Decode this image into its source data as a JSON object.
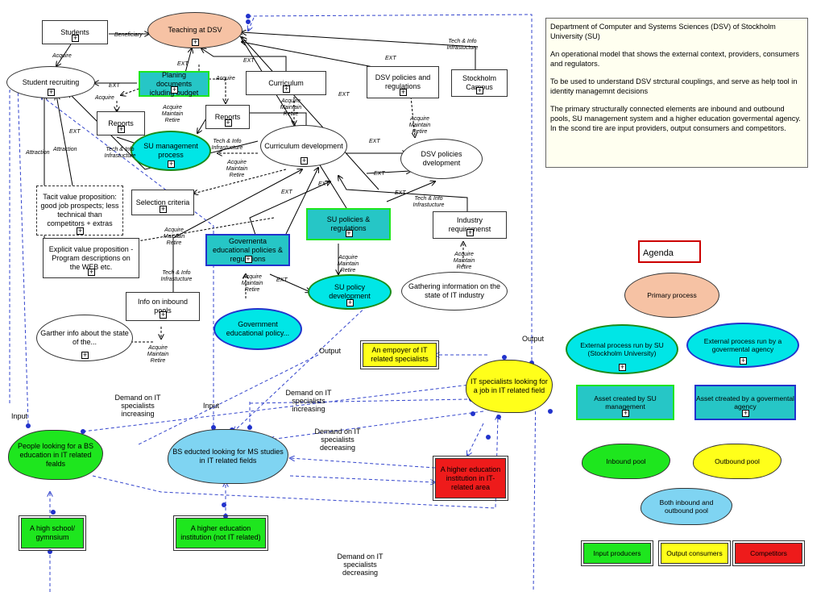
{
  "colors": {
    "salmon": "#f6c2a4",
    "cyan": "#00e6e6",
    "teal": "#26c6c6",
    "green": "#1ee61e",
    "yellow": "#ffff1a",
    "skyblue": "#7fd4f2",
    "red": "#ee1b1b",
    "note_bg": "#fffff0",
    "line": "#3344cc"
  },
  "nodes": {
    "students": "Students",
    "teaching": "Teaching at DSV",
    "recruiting": "Student recruiting",
    "planning_docs": "Planing documents icluding budget",
    "curriculum": "Curriculum",
    "dsv_policies": "DSV policies and regulations",
    "campus": "Stockholm Campus",
    "reports1": "Reports",
    "reports2": "Reports",
    "su_mgmt": "SU management process",
    "curriculum_dev": "Curriculum development",
    "dsv_policies_dev": "DSV policies dvelopment",
    "tacit": "Tacit value proposition: good job prospects; less technical than competitors + extras",
    "selection": "Selection criteria",
    "su_policies": "SU policies & regulations",
    "industry_req": "Industry requiremenst",
    "explicit": "Explicit value proposition - Program descriptions on the WEB etc.",
    "gov_policies": "Governenta educational policies & regulations",
    "su_policy_dev": "SU policy development",
    "gathering": "Gathering information on the state of IT industry",
    "inbound_info": "Info on inbound pools",
    "garther": "Garther info about the state of the...",
    "gov_policy_dev": "Government educational policy...",
    "employer": "An empoyer of IT related specialists",
    "it_specialists": "IT specialists looking for a job in IT related field",
    "bs_people": "People looking for a BS education in IT related fealds",
    "bs_educated": "BS educted looking for MS studies in IT related fields",
    "higher_ed_it": "A higher education institution in IT-related area",
    "highschool": "A high school/ gymnsium",
    "higher_ed_not_it": "A higher education institution (not IT related)"
  },
  "labels": {
    "beneficiary": "Beneficiary",
    "acquire": "Acquire",
    "ext": "EXT",
    "tech_info": "Tech & Info Infrastucture",
    "ami": "Acquire Maintain Retire",
    "attraction": "Attraction",
    "input": "Input",
    "output": "Output",
    "demand_increasing": "Demand on IT specialists increasing",
    "demand_decreasing": "Demand on IT specialists decreasing"
  },
  "note": {
    "p1": "Department of Computer and Systems Sciences (DSV) of Stockholm University (SU)",
    "p2": "An operational model that shows the external context, providers, consumers and regulators.",
    "p3": "To be used to understand DSV strctural couplings, and serve as help tool in identity managemnt decisions",
    "p4": "The primary structurally connected elements are inbound and outbound pools, SU management system and a higher education govermental agency. In the scond tire are input providers, output consumers and competitors."
  },
  "agenda": {
    "title": "Agenda",
    "primary": "Primary process",
    "ext_su": "External process run by SU (Stockholm University)",
    "ext_gov": "External process run by a govermental agency",
    "asset_su": "Asset created by SU management",
    "asset_gov": "Asset ctreated by a govermental agency",
    "inbound": "Inbound pool",
    "outbound": "Outbound pool",
    "both": "Both inbound and outbound pool",
    "input_prod": "Input producers",
    "output_cons": "Output consumers",
    "competitors": "Competitors"
  }
}
